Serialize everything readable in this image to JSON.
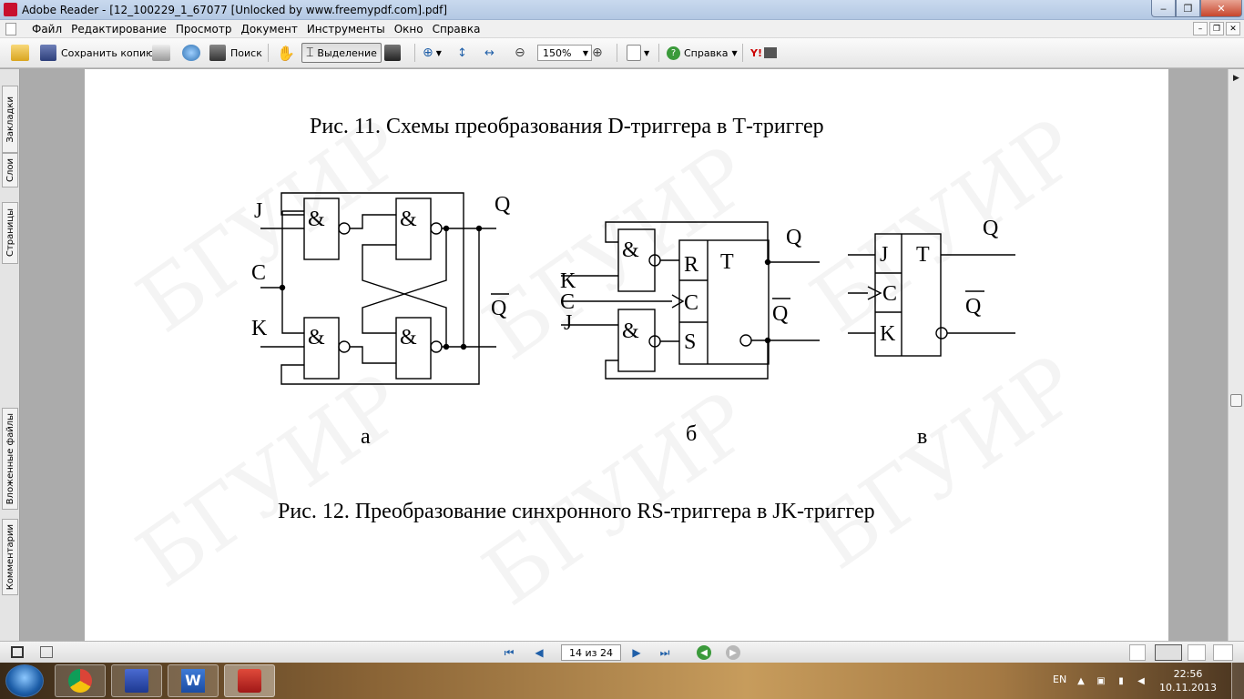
{
  "window": {
    "title": "Adobe Reader - [12_100229_1_67077 [Unlocked by www.freemypdf.com].pdf]",
    "minimize": "‒",
    "restore": "❐",
    "close": "✕"
  },
  "menu": [
    "Файл",
    "Редактирование",
    "Просмотр",
    "Документ",
    "Инструменты",
    "Окно",
    "Справка"
  ],
  "doc_buttons": [
    "–",
    "❐",
    "✕"
  ],
  "toolbar": {
    "save_copy": "Сохранить копию",
    "search": "Поиск",
    "select": "Выделение",
    "zoom": "150%",
    "help": "Справка"
  },
  "left_panel": {
    "tabs": [
      "Закладки",
      "Слои",
      "Страницы",
      "Вложенные файлы",
      "Комментарии"
    ]
  },
  "page": {
    "caption_top": "Рис. 11. Схемы преобразования D-триггера в Т-триггер",
    "caption_bottom": "Рис. 12. Преобразование синхронного RS-триггера в JK-триггер",
    "watermark": "БГУИР",
    "sub_a": "а",
    "sub_b": "б",
    "sub_c": "в",
    "diagram_a": {
      "j": "J",
      "c": "C",
      "k": "K",
      "q": "Q",
      "qbar": "Q",
      "gate": "&"
    },
    "diagram_b": {
      "k": "K",
      "c": "C",
      "j": "J",
      "q": "Q",
      "qbar": "Q",
      "gate": "&",
      "r": "R",
      "cc": "C",
      "s": "S",
      "t": "T"
    },
    "diagram_c": {
      "q": "Q",
      "qbar": "Q",
      "j": "J",
      "c": "C",
      "k": "K",
      "t": "T"
    }
  },
  "statusbar": {
    "page_indicator": "14 из 24"
  },
  "taskbar": {
    "language": "EN",
    "time": "22:56",
    "date": "10.11.2013"
  },
  "colors": {
    "accent_blue": "#1f5fa8",
    "close_red": "#c7452c"
  }
}
